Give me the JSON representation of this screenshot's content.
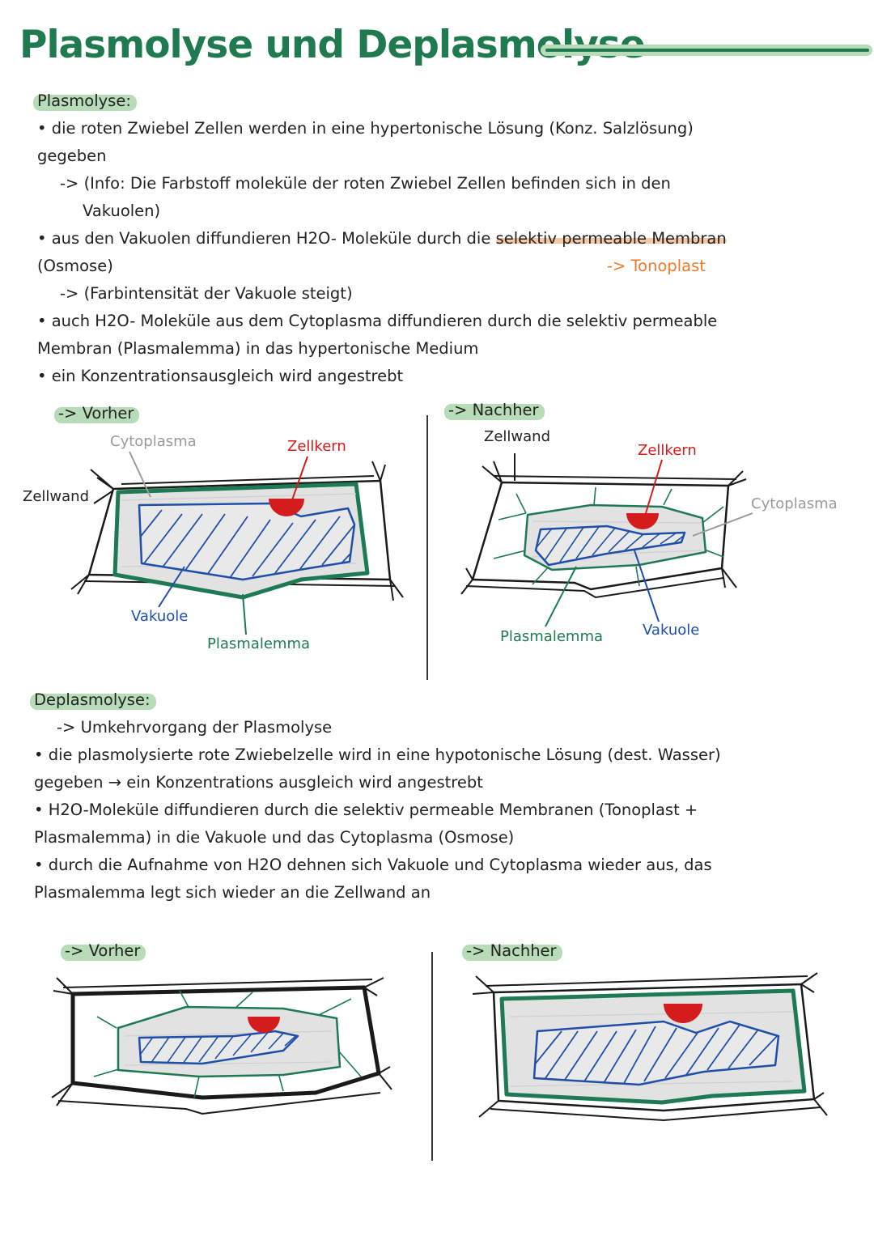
{
  "title": "Plasmolyse und Deplasmolyse",
  "plasmolyse": {
    "heading": "Plasmolyse:",
    "lines": [
      "• die roten Zwiebel Zellen werden in eine hypertonische Lösung (Konz. Salzlösung)",
      "gegeben",
      "-> (Info: Die Farbstoff moleküle der roten Zwiebel Zellen befinden sich in den",
      "Vakuolen)",
      "• aus den Vakuolen diffundieren H2O- Moleküle durch die ",
      "selektiv permeable Membran",
      "(Osmose)",
      "-> Tonoplast",
      "-> (Farbintensität der Vakuole steigt)",
      "• auch H2O- Moleküle aus dem Cytoplasma diffundieren durch die selektiv permeable",
      "Membran (Plasmalemma) in das hypertonische Medium",
      "• ein Konzentrationsausgleich wird angestrebt"
    ],
    "before_heading": "-> Vorher",
    "after_heading": "-> Nachher",
    "before_labels": {
      "cytoplasma": "Cytoplasma",
      "zellkern": "Zellkern",
      "zellwand": "Zellwand",
      "vakuole": "Vakuole",
      "plasmalemma": "Plasmalemma"
    },
    "after_labels": {
      "zellwand": "Zellwand",
      "zellkern": "Zellkern",
      "cytoplasma": "Cytoplasma",
      "plasmalemma": "Plasmalemma",
      "vakuole": "Vakuole"
    }
  },
  "deplasmolyse": {
    "heading": "Deplasmolyse:",
    "lines": [
      "-> Umkehrvorgang der Plasmolyse",
      "• die plasmolysierte rote Zwiebelzelle wird in eine hypotonische Lösung (dest. Wasser)",
      "gegeben → ein Konzentrations ausgleich wird angestrebt",
      "• H2O-Moleküle diffundieren durch die selektiv permeable Membranen (Tonoplast +",
      "Plasmalemma) in die Vakuole und das Cytoplasma (Osmose)",
      "• durch die Aufnahme von H2O dehnen sich Vakuole und Cytoplasma wieder aus, das",
      "Plasmalemma legt sich wieder an die Zellwand an"
    ],
    "before_heading": "-> Vorher",
    "after_heading": "-> Nachher"
  },
  "colors": {
    "title_green": "#1f7a4f",
    "highlight_green": "#b8dcb8",
    "highlight_orange": "#f6c7a4",
    "tonoplast_orange": "#f07a2a",
    "zellkern_red": "#d41c1c",
    "vakuole_blue": "#1f4fa8",
    "plasmalemma_green": "#1e7a55",
    "cytoplasma_gray": "#e2e2e2"
  }
}
